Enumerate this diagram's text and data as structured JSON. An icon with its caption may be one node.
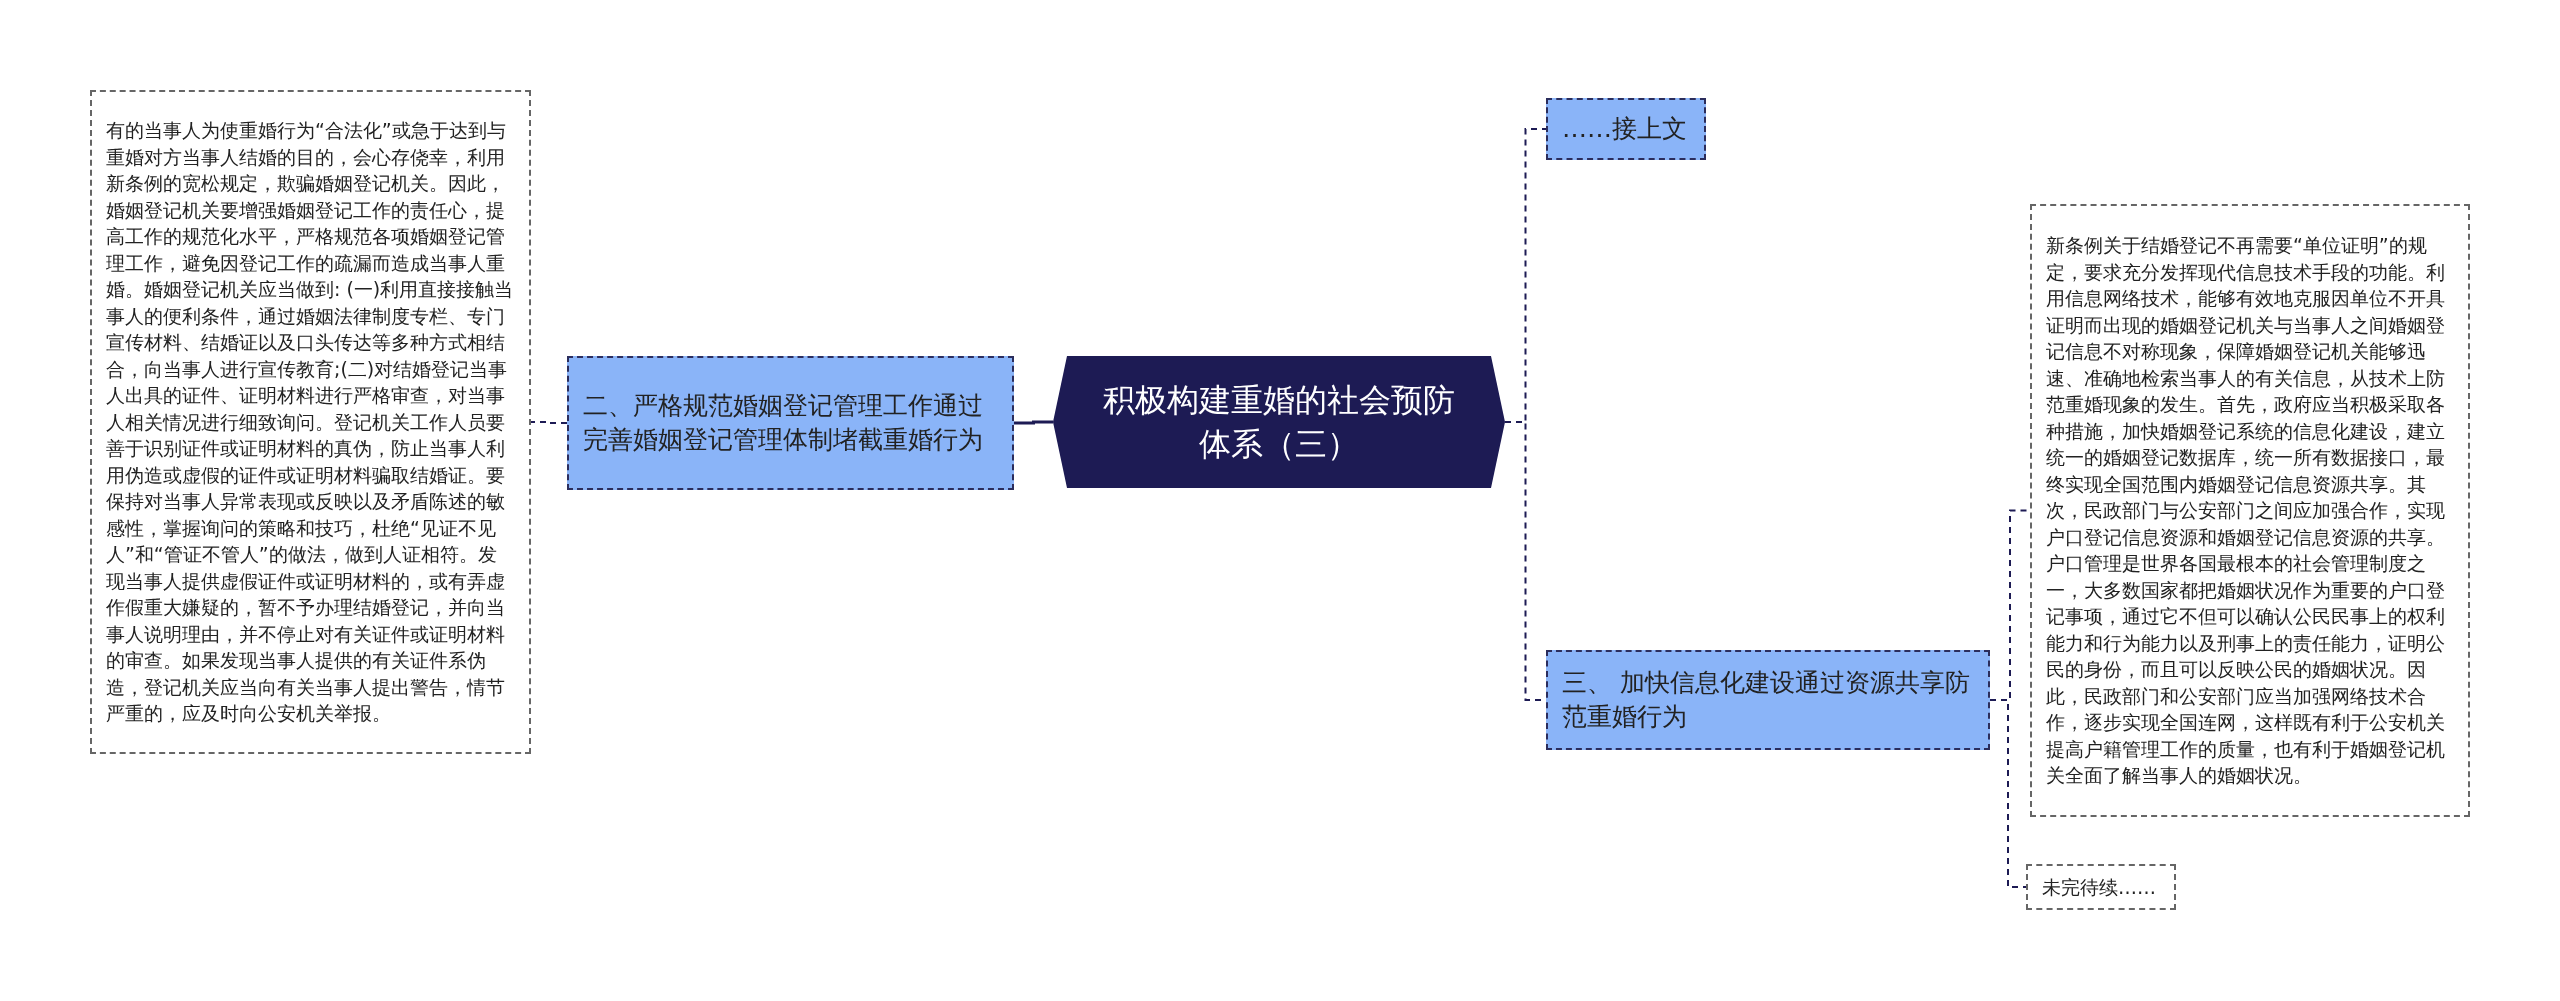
{
  "diagram": {
    "nodes": [
      {
        "text": [
          "积极构建重婚的社会预防体系（三）"
        ]
      },
      {
        "text": [
          "二、严格规范婚姻登记管理工作通过完善婚姻登记管理体制堵截重婚行为"
        ]
      },
      {
        "text": [
          "有的当事人为使重婚行为“合法化”或急于达到与重婚对方当事人结婚的目的，会心存侥幸，利用新条例的宽松规定，欺骗婚姻登记机关。因此，婚姻登记机关要增强婚姻登记工作的责任心，提高工作的规范化水平，严格规范各项婚姻登记管理工作，避免因登记工作的疏漏而造成当事人重婚。婚姻登记机关应当做到: (一)利用直接接触当事人的便利条件，通过婚姻法律制度专栏、专门宣传材料、结婚证以及口头传达等多种方式相结合，向当事人进行宣传教育;(二)对结婚登记当事人出具的证件、证明材料进行严格审查，对当事人相关情况进行细致询问。登记机关工作人员要善于识别证件或证明材料的真伪，防止当事人利用伪造或虚假的证件或证明材料骗取结婚证。要保持对当事人异常表现或反映以及矛盾陈述的敏感性，掌握询问的策略和技巧，杜绝“见证不见人”和“管证不管人”的做法，做到人证相符。发现当事人提供虚假证件或证明材料的，或有弄虚作假重大嫌疑的，暂不予办理结婚登记，并向当事人说明理由，并不停止对有关证件或证明材料的审查。如果发现当事人提供的有关证件系伪造，登记机关应当向有关当事人提出警告，情节严重的，应及时向公安机关举报。"
        ]
      },
      {
        "text": [
          "……接上文"
        ]
      },
      {
        "text": [
          "三、 加快信息化建设通过资源共享防范重婚行为"
        ]
      },
      {
        "text": [
          "新条例关于结婚登记不再需要“单位证明”的规定，要求充分发挥现代信息技术手段的功能。利用信息网络技术，能够有效地克服因单位不开具证明而出现的婚姻登记机关与当事人之间婚姻登记信息不对称现象，保障婚姻登记机关能够迅速、准确地检索当事人的有关信息，从技术上防范重婚现象的发生。首先，政府应当积极采取各种措施，加快婚姻登记系统的信息化建设，建立统一的婚姻登记数据库，统一所有数据接口，最终实现全国范围内婚姻登记信息资源共享。其次，民政部门与公安部门之间应加强合作，实现户口登记信息资源和婚姻登记信息资源的共享。户口管理是世界各国最根本的社会管理制度之一，大多数国家都把婚姻状况作为重要的户口登记事项，通过它不但可以确认公民民事上的权利能力和行为能力以及刑事上的责任能力，证明公民的身份，而且可以反映公民的婚姻状况。因此，民政部门和公安部门应当加强网络技术合作，逐步实现全国连网，这样既有利于公安机关提高户籍管理工作的质量，也有利于婚姻登记机关全面了解当事人的婚姻状况。"
        ]
      },
      {
        "text": [
          "未完待续……"
        ]
      }
    ],
    "edges": [
      {
        "from": 0,
        "to": 1,
        "arrow": "none"
      },
      {
        "from": 1,
        "to": 2,
        "arrow": "none",
        "style": "dashed"
      },
      {
        "from": 0,
        "to": 3,
        "arrow": "none",
        "style": "dashed"
      },
      {
        "from": 0,
        "to": 4,
        "arrow": "none",
        "style": "dashed"
      },
      {
        "from": 4,
        "to": 5,
        "arrow": "none",
        "style": "dashed"
      },
      {
        "from": 4,
        "to": 6,
        "arrow": "none",
        "style": "dashed"
      }
    ]
  }
}
